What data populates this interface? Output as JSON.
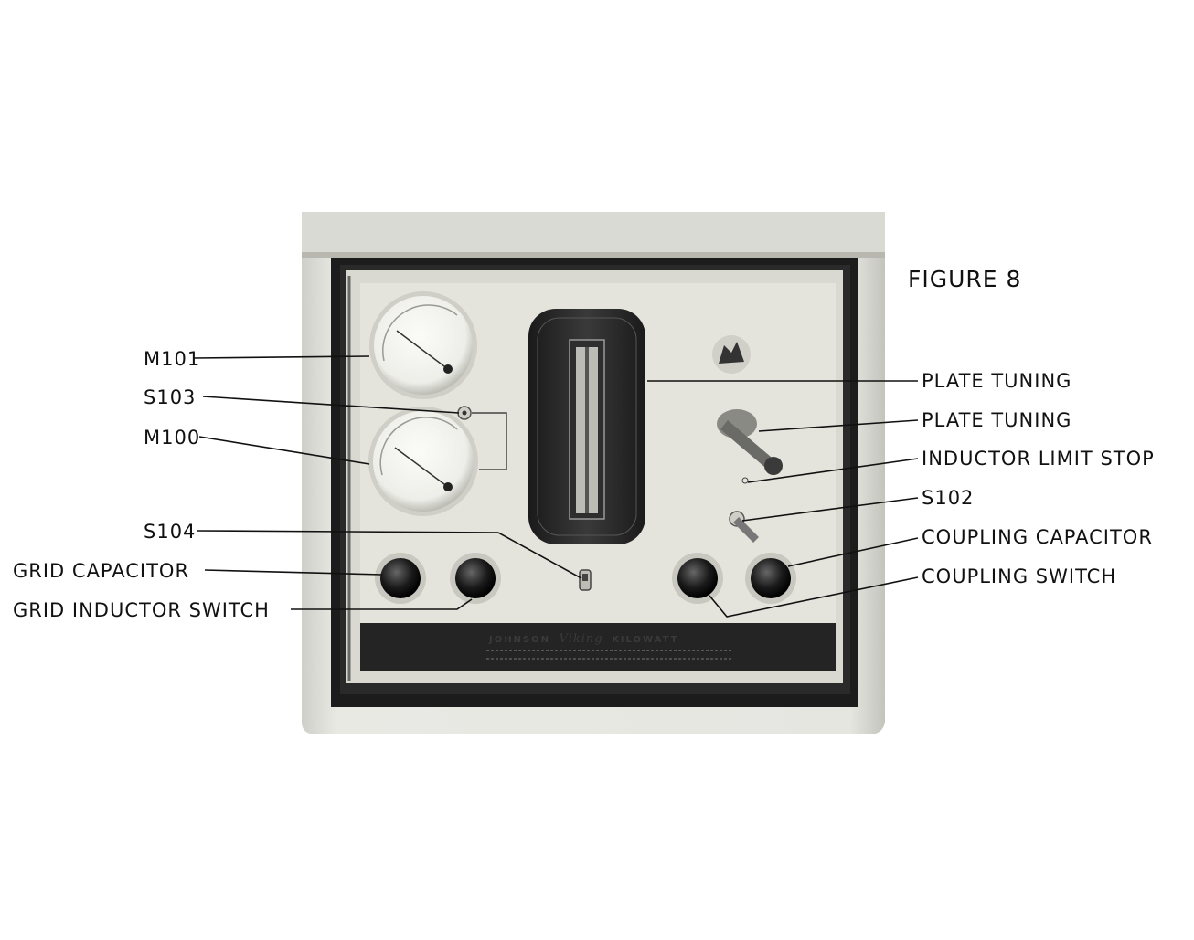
{
  "figure": {
    "title": "FIGURE 8"
  },
  "callouts": {
    "m101": "M101",
    "s103": "S103",
    "m100": "M100",
    "s104": "S104",
    "grid_capacitor": "GRID CAPACITOR",
    "grid_inductor_switch": "GRID INDUCTOR SWITCH",
    "plate_tuning_1": "PLATE TUNING",
    "plate_tuning_2": "PLATE TUNING",
    "inductor_limit_stop": "INDUCTOR LIMIT STOP",
    "s102": "S102",
    "coupling_capacitor": "COUPLING CAPACITOR",
    "coupling_switch": "COUPLING SWITCH"
  },
  "nameplate": {
    "brand_left": "JOHNSON",
    "brand_script": "Viking",
    "brand_right": "KILOWATT"
  },
  "colors": {
    "panel": "#e4e3dc",
    "cabinet": "#d6d6d0",
    "bezel": "#1c1c1c",
    "dial_window": "#2a2a2a",
    "ink": "#111111"
  }
}
